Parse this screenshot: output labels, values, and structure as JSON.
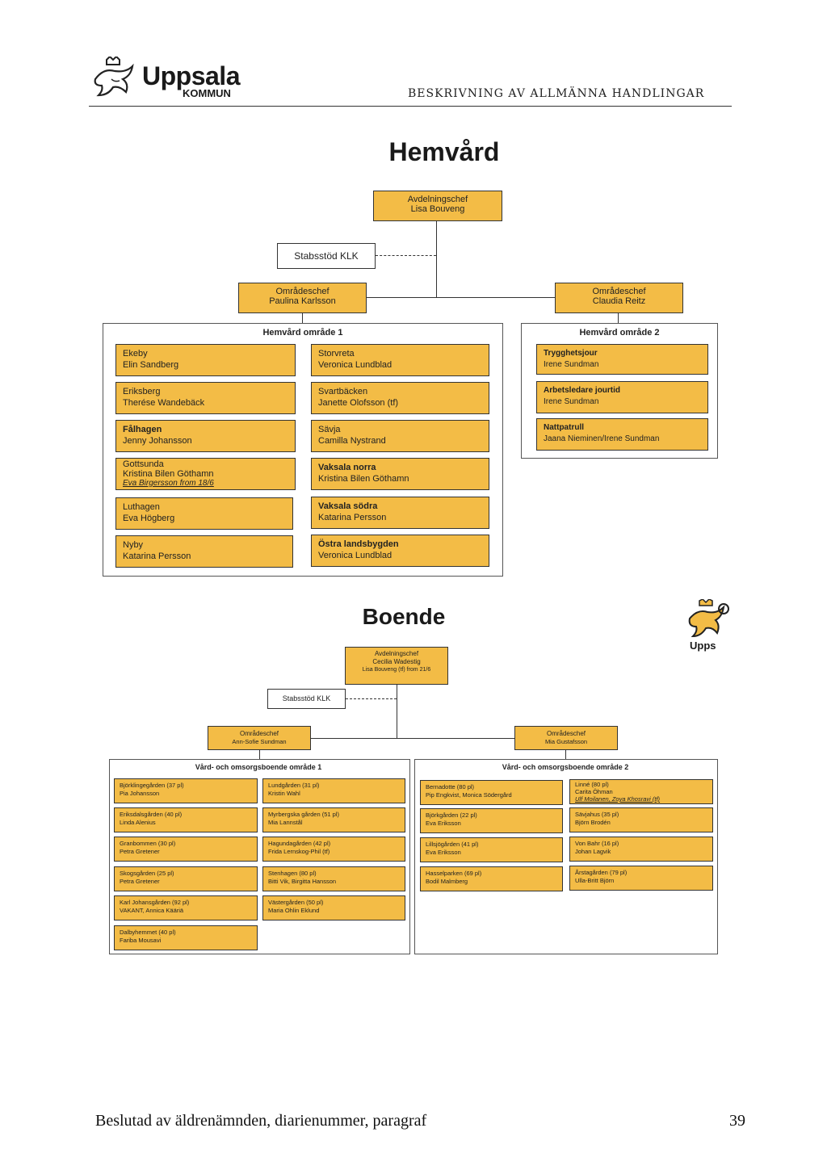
{
  "header": {
    "logo_word": "Uppsala",
    "logo_sub": "KOMMUN",
    "title": "BESKRIVNING AV ALLMÄNNA HANDLINGAR"
  },
  "hemvard": {
    "heading": "Hemvård",
    "chief": {
      "role": "Avdelningschef",
      "name": "Lisa Bouveng"
    },
    "staff": "Stabsstöd KLK",
    "area1_chief": {
      "role": "Områdeschef",
      "name": "Paulina Karlsson"
    },
    "area2_chief": {
      "role": "Områdeschef",
      "name": "Claudia Reitz"
    },
    "area1_title": "Hemvård område 1",
    "area2_title": "Hemvård område 2",
    "area1_left": [
      {
        "unit": "Ekeby",
        "name": "Elin Sandberg",
        "extra": ""
      },
      {
        "unit": "Eriksberg",
        "name": "Therése Wandebäck",
        "extra": ""
      },
      {
        "unit": "Fålhagen",
        "name": "Jenny Johansson",
        "extra": ""
      },
      {
        "unit": "Gottsunda",
        "name": "Kristina Bilen Göthamn",
        "extra": "Eva Birgersson from 18/6"
      },
      {
        "unit": "Luthagen",
        "name": "Eva Högberg",
        "extra": ""
      },
      {
        "unit": "Nyby",
        "name": "Katarina Persson",
        "extra": ""
      }
    ],
    "area1_right": [
      {
        "unit": "Storvreta",
        "name": "Veronica Lundblad"
      },
      {
        "unit": "Svartbäcken",
        "name": "Janette Olofsson (tf)"
      },
      {
        "unit": "Sävja",
        "name": "Camilla Nystrand"
      },
      {
        "unit": "Vaksala norra",
        "name": "Kristina Bilen Göthamn"
      },
      {
        "unit": "Vaksala södra",
        "name": "Katarina Persson"
      },
      {
        "unit": "Östra landsbygden",
        "name": "Veronica Lundblad"
      }
    ],
    "area2": [
      {
        "unit": "Trygghetsjour",
        "name": "Irene Sundman"
      },
      {
        "unit": "Arbetsledare jourtid",
        "name": "Irene Sundman"
      },
      {
        "unit": "Nattpatrull",
        "name": "Jaana Nieminen/Irene Sundman"
      }
    ]
  },
  "boende": {
    "heading": "Boende",
    "chief": {
      "role": "Avdelningschef",
      "name": "Cecilia Wadestig",
      "extra": "Lisa Bouveng (tf) from 21/6"
    },
    "staff": "Stabsstöd KLK",
    "area1_chief": {
      "role": "Områdeschef",
      "name": "Ann-Sofie Sundman"
    },
    "area2_chief": {
      "role": "Områdeschef",
      "name": "Mia Gustafsson"
    },
    "area1_title": "Vård- och omsorgsboende område 1",
    "area2_title": "Vård- och omsorgsboende område 2",
    "area1_left": [
      {
        "unit": "Björklingegården (37 pl)",
        "name": "Pia Johansson"
      },
      {
        "unit": "Eriksdalsgården (40 pl)",
        "name": "Linda Alenius"
      },
      {
        "unit": "Granbommen (30 pl)",
        "name": "Petra Gretener"
      },
      {
        "unit": "Skogsgården (25 pl)",
        "name": "Petra Gretener"
      },
      {
        "unit": "Karl Johansgården (92 pl)",
        "name": "VAKANT, Annica Kääriä"
      },
      {
        "unit": "Dalbyhemmet (40 pl)",
        "name": "Fariba Mousavi"
      }
    ],
    "area1_right": [
      {
        "unit": "Lundgården (31 pl)",
        "name": "Kristin Wahl"
      },
      {
        "unit": "Myrbergska gården (51 pl)",
        "name": "Mia Lannstål"
      },
      {
        "unit": "Hagundagården (42 pl)",
        "name": "Frida Lernskog-Phil (tf)"
      },
      {
        "unit": "Stenhagen (80 pl)",
        "name": "Bitti Vik, Birgitta Hansson"
      },
      {
        "unit": "Västergården (50 pl)",
        "name": "Maria Ohlin Eklund"
      }
    ],
    "area2_left": [
      {
        "unit": "Bernadotte (80 pl)",
        "name": "Pip Engkvist, Monica Södergård"
      },
      {
        "unit": "Björkgården (22 pl)",
        "name": "Eva Eriksson"
      },
      {
        "unit": "Lillsjögården (41 pl)",
        "name": "Eva Eriksson"
      },
      {
        "unit": "Hasselparken (69 pl)",
        "name": "Bodil Malmberg"
      }
    ],
    "area2_right": [
      {
        "unit": "Linné (80 pl)",
        "name": "Carita Öhman",
        "extra": "Ulf Moilanen, Zoya Khosravi (tf)"
      },
      {
        "unit": "Sävjahus (35 pl)",
        "name": "Björn Brodén",
        "extra": ""
      },
      {
        "unit": "Von Bahr (16 pl)",
        "name": "Johan Lagvik",
        "extra": ""
      },
      {
        "unit": "Årstagården (79 pl)",
        "name": "Ulla-Britt Björn",
        "extra": ""
      }
    ],
    "side_logo": "Upps"
  },
  "footer": {
    "text": "Beslutad av äldrenämnden, diarienummer, paragraf",
    "page": "39"
  }
}
